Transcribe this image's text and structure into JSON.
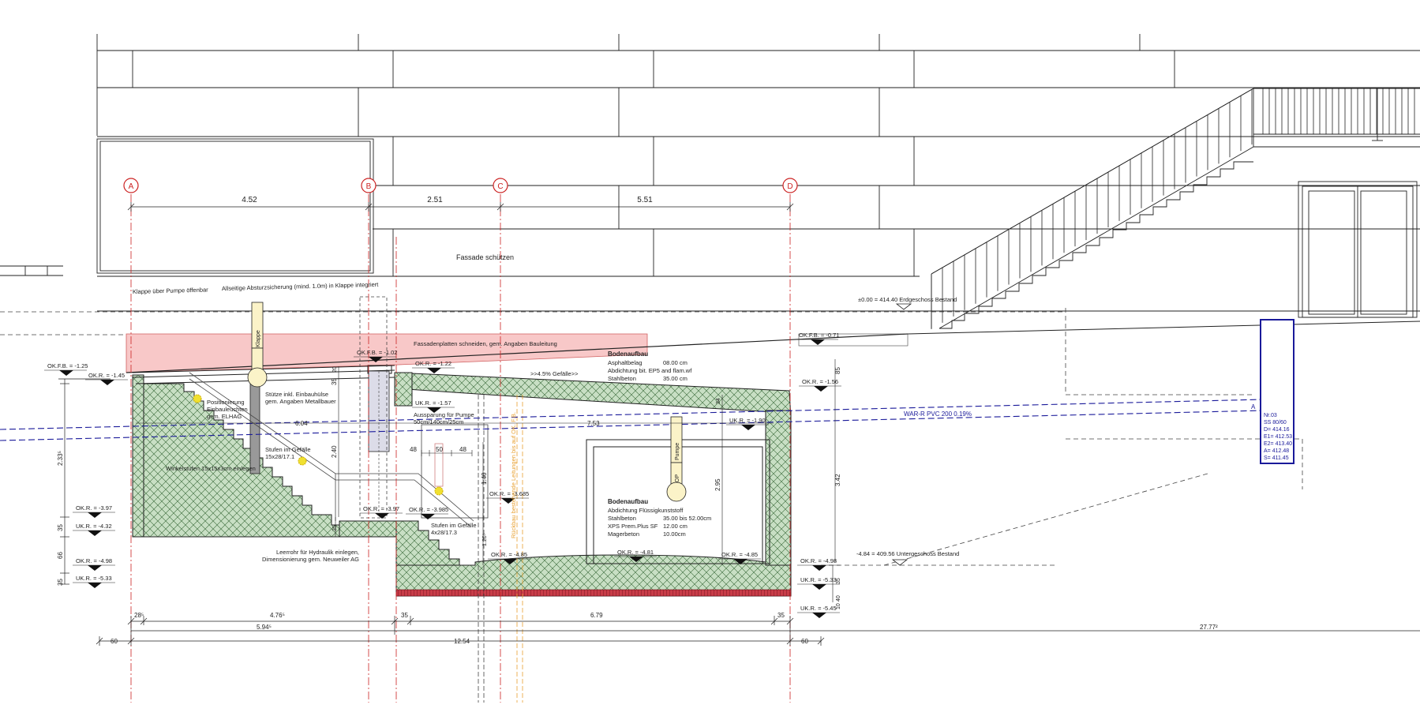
{
  "colors": {
    "axis": "#cc2222",
    "hatch_fill": "#c8dfc4",
    "hatch_line": "#3a6a3a",
    "pink": "#f8c8c8",
    "blue": "#1a1a9a",
    "orange": "#e8a030",
    "yellow": "#f0e030",
    "brick": "#c83c48",
    "pipe": "#fbf3c8"
  },
  "axes": {
    "a": "A",
    "b": "B",
    "c": "C",
    "d": "D"
  },
  "dims": {
    "ab": "4.52",
    "bc": "2.51",
    "cd": "5.51",
    "b1": "28⁵",
    "b2": "4.76⁵",
    "b3": "35",
    "b4": "6.79",
    "b5": "35",
    "c1": "5.94⁵",
    "c2": "27.77²",
    "d1": "60",
    "d2": "12.54",
    "d3": "60",
    "l35a": "35",
    "l66": "66",
    "l35b": "35",
    "l233": "2.33⁵",
    "v240": "2.40",
    "v35": "35",
    "v20": "20",
    "v295": "2.95",
    "v342": "3.42",
    "v85": "85",
    "v34": "34",
    "v140": "1.40",
    "v120": "1.20⁵",
    "r40": "40",
    "r10": "10",
    "r35": "35",
    "h48a": "48",
    "h50": "50",
    "h48b": "48",
    "h753": "7.53",
    "h604": "6.04",
    "s35": "35"
  },
  "levels": {
    "okfb125": "OK.F.B. = -1.25",
    "okr145": "OK.R. = -1.45",
    "okfb102": "OK.F.B. = -1.02",
    "okr122": "OK.R. = -1.22",
    "ukr157": "UK.R. = -1.57",
    "okfb071": "OK.F.B. = -0.71",
    "okr156": "OK.R. = -1.56",
    "ukr190": "UK.R. = -1.90",
    "okr397a": "OK.R. = -3.97",
    "ukr432": "UK.R. = -4.32",
    "okr498a": "OK.R. = -4.98",
    "ukr533a": "UK.R. = -5.33",
    "okr397b": "OK.R. = -3.97",
    "okr3985": "OK.R. = -3.985",
    "okr3685": "OK.R. = -3.685",
    "okr485a": "OK.R. = -4.85",
    "okr481": "OK.R. = -4.81",
    "okr485b": "OK.R. = -4.85",
    "okr498b": "OK.R. = -4.98",
    "ukr533b": "UK.R. = -5.33",
    "ukr545": "UK.R. = -5.45"
  },
  "notes": {
    "fassade": "Fassade schützen",
    "klappe_oeffnen": "Klappe über Pumpe öffenbar",
    "absturz": "Allseitige Absturzsicherung (mind. 1.0m) in Klappe integriert",
    "erdgeschoss": "±0.00 = 414.40 Erdgeschoss Bestand",
    "untergeschoss": "-4.84 = 409.56 Untergeschoss Bestand",
    "fassadenplatten": "Fassadenplatten schneiden, gem. Angaben Bauleitung",
    "gefaelle": ">>4.5% Gefälle>>",
    "positionierung": "Positionierung\nEinbauleuchten\ngem. ELHAG",
    "stuetze": "Stütze inkl. Einbauhülse\ngem. Angaben Metallbauer",
    "stufen1": "Stufen im Gefälle\n15x28/17.1",
    "winkelstufen": "Winkelstufen 15x15x3cm einlegen",
    "aussparung": "Aussparung für Pumpe\n50cm/140cm/25cm",
    "stufen2": "Stufen im Gefälle\n4x28/17.3",
    "leerrohr": "Leerrohr für Hydraulik einlegen,\nDimensionierung gem. Neuweiler AG",
    "rueckbau": "Rückbau bestehende Leitungen bis auf OK. F.B.",
    "klappe_tag": "Klappe",
    "pumpe_tag": "Pumpe",
    "op": "OP",
    "pipe": "WAR-R PVC 200 0.19%",
    "pipe_a": "A",
    "pipe_b": "A"
  },
  "bodenaufbau1": {
    "title": "Bodenaufbau",
    "layers": [
      "Asphaltbelag",
      "Abdichtung bit. EP5 and flam.wf",
      "Stahlbeton"
    ],
    "values": [
      "08.00 cm",
      "",
      "35.00 cm"
    ]
  },
  "bodenaufbau2": {
    "title": "Bodenaufbau",
    "layers": [
      "Abdichtung Flüssigkunststoff",
      "Stahlbeton",
      "XPS Prem.Plus SF",
      "Magerbeton"
    ],
    "values": [
      "",
      "35.00 bis 52.00cm",
      "12.00 cm",
      "10.00cm"
    ]
  },
  "manhole": {
    "lines": [
      "Nr.03",
      "SS 80/60",
      "D= 414.16",
      "E1= 412.53",
      "E2= 413.40",
      "A= 412.48",
      "S= 411.45"
    ]
  }
}
